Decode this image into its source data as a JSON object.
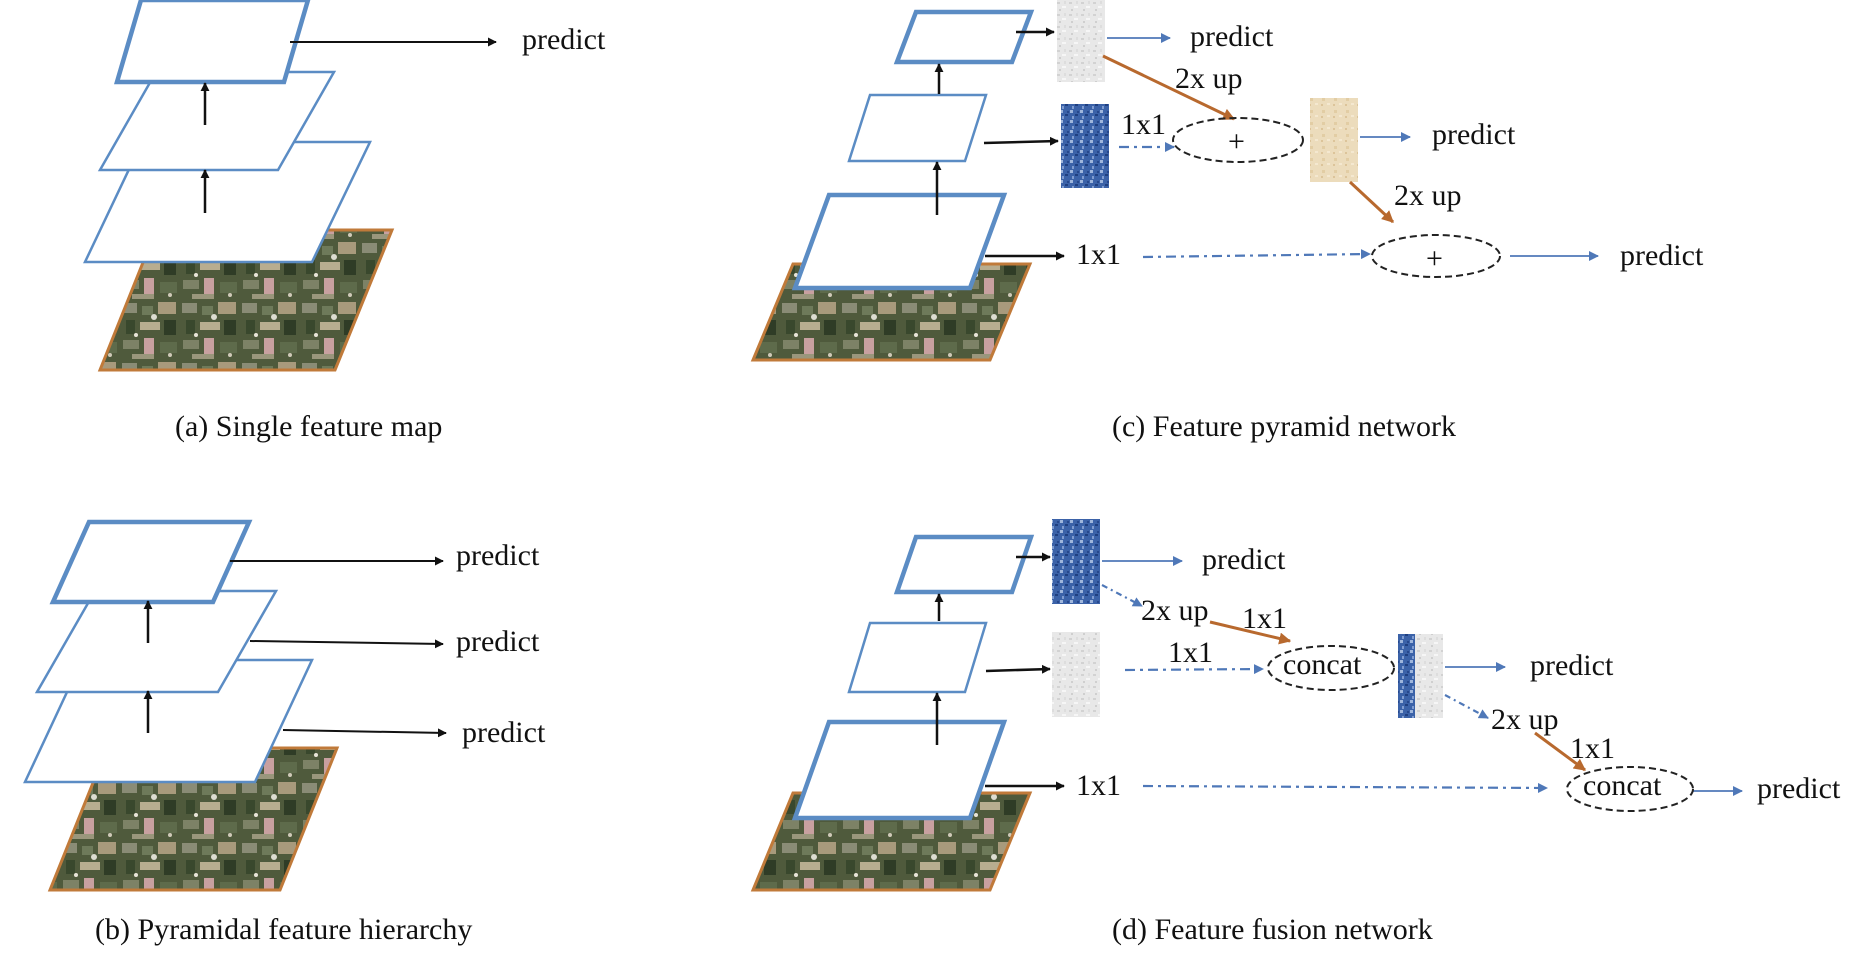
{
  "panels": {
    "a": {
      "caption": "(a) Single feature map",
      "outputs": [
        "predict"
      ]
    },
    "b": {
      "caption": "(b) Pyramidal feature hierarchy",
      "outputs": [
        "predict",
        "predict",
        "predict"
      ]
    },
    "c": {
      "caption": "(c) Feature pyramid network",
      "outputs": [
        "predict",
        "predict",
        "predict"
      ],
      "upsample_labels": [
        "2x up",
        "2x up"
      ],
      "conv_labels": [
        "1x1",
        "1x1"
      ],
      "merge_symbols": [
        "+",
        "+"
      ]
    },
    "d": {
      "caption": "(d) Feature fusion network",
      "outputs": [
        "predict",
        "predict",
        "predict"
      ],
      "upsample_labels": [
        "2x up",
        "2x up"
      ],
      "conv_labels": [
        "1x1",
        "1x1",
        "1x1",
        "1x1"
      ],
      "merge_labels": [
        "concat",
        "concat"
      ]
    }
  },
  "colors": {
    "layer_stroke": "#5b8cc4",
    "image_border": "#c07a3a",
    "arrow_black": "#111111",
    "arrow_blue": "#4f78b8",
    "arrow_orange": "#b8692e",
    "dashed_ellipse": "#222222",
    "feature_gray": "#e8e8e8",
    "feature_blue": "#3b62a8",
    "feature_tan": "#ecdcbc"
  }
}
